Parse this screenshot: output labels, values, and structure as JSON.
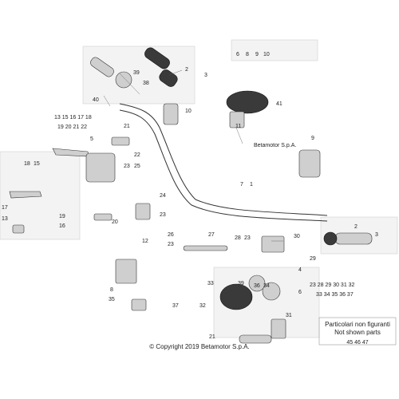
{
  "callouts": [
    {
      "id": "c6",
      "text": "6"
    },
    {
      "id": "c8",
      "text": "8"
    },
    {
      "id": "c9",
      "text": "9"
    },
    {
      "id": "c10a",
      "text": "10"
    },
    {
      "id": "c2a",
      "text": "2"
    },
    {
      "id": "c3a",
      "text": "3"
    },
    {
      "id": "c39a",
      "text": "39"
    },
    {
      "id": "c38",
      "text": "38"
    },
    {
      "id": "c40",
      "text": "40"
    },
    {
      "id": "c10b",
      "text": "10"
    },
    {
      "id": "c41",
      "text": "41"
    },
    {
      "id": "c21a",
      "text": "21"
    },
    {
      "id": "c11",
      "text": "11"
    },
    {
      "id": "c5",
      "text": "5"
    },
    {
      "id": "c22",
      "text": "22"
    },
    {
      "id": "c23a",
      "text": "23"
    },
    {
      "id": "c25",
      "text": "25"
    },
    {
      "id": "c9b",
      "text": "9"
    },
    {
      "id": "c18",
      "text": "18"
    },
    {
      "id": "c15",
      "text": "15"
    },
    {
      "id": "c7",
      "text": "7"
    },
    {
      "id": "c1",
      "text": "1"
    },
    {
      "id": "c24",
      "text": "24"
    },
    {
      "id": "c17",
      "text": "17"
    },
    {
      "id": "c13",
      "text": "13"
    },
    {
      "id": "c19",
      "text": "19"
    },
    {
      "id": "c16",
      "text": "16"
    },
    {
      "id": "c20",
      "text": "20"
    },
    {
      "id": "c23b",
      "text": "23"
    },
    {
      "id": "c2b",
      "text": "2"
    },
    {
      "id": "c3b",
      "text": "3"
    },
    {
      "id": "c26",
      "text": "26"
    },
    {
      "id": "c23c",
      "text": "23"
    },
    {
      "id": "c27",
      "text": "27"
    },
    {
      "id": "c28",
      "text": "28"
    },
    {
      "id": "c23d",
      "text": "23"
    },
    {
      "id": "c30",
      "text": "30"
    },
    {
      "id": "c12",
      "text": "12"
    },
    {
      "id": "c29",
      "text": "29"
    },
    {
      "id": "c4",
      "text": "4"
    },
    {
      "id": "c33",
      "text": "33"
    },
    {
      "id": "c39b",
      "text": "39"
    },
    {
      "id": "c36",
      "text": "36"
    },
    {
      "id": "c34",
      "text": "34"
    },
    {
      "id": "c6b",
      "text": "6"
    },
    {
      "id": "c8b",
      "text": "8"
    },
    {
      "id": "c35",
      "text": "35"
    },
    {
      "id": "c37",
      "text": "37"
    },
    {
      "id": "c32",
      "text": "32"
    },
    {
      "id": "c31",
      "text": "31"
    },
    {
      "id": "c21b",
      "text": "21"
    }
  ],
  "part_lists": [
    {
      "row1": "13  15  16  17  18",
      "row2": "19  20  21  22"
    },
    {
      "row1": "23  28  29  30  31  32",
      "row2": "33  34  35  36  37"
    }
  ],
  "brand_label": "Betamotor S.p.A.",
  "note": {
    "line1": "Particolari non figuranti",
    "line2": "Not shown parts",
    "numbers": "45  46  47"
  },
  "copyright": "© Copyright 2019 Betamotor S.p.A."
}
